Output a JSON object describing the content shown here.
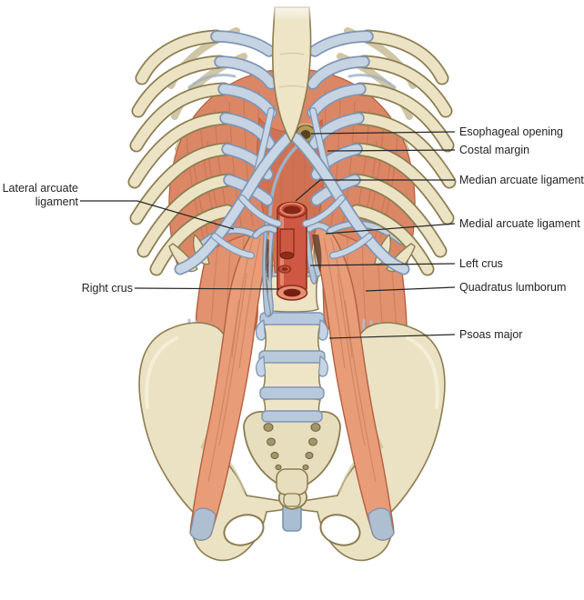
{
  "figure": {
    "description": "Anatomical illustration, anterior view: diaphragm with crura and arcuate ligaments, psoas major and quadratus lumborum muscles, rib cage above and pelvis below"
  },
  "labels": {
    "esophageal_opening": "Esophageal opening",
    "costal_margin": "Costal margin",
    "median_arcuate_ligament": "Median arcuate ligament",
    "medial_arcuate_ligament": "Medial arcuate ligament",
    "left_crus": "Left crus",
    "quadratus_lumborum": "Quadratus lumborum",
    "psoas_major": "Psoas major",
    "lateral_arcuate_line1": "Lateral arcuate",
    "lateral_arcuate_line2": "ligament",
    "right_crus": "Right crus"
  },
  "colors": {
    "background": "#FFFFFF",
    "bone": "#EAE2C2",
    "bone_outline": "#8C7D51",
    "cartilage": "#C5D3E3",
    "cartilage_outline": "#7E95B3",
    "muscle": "#E89C78",
    "diaphragm": "#DB8765",
    "aorta": "#CE5843",
    "fascia": "#B5C4D6",
    "label_text": "#231F20",
    "leader_line": "#262626"
  }
}
